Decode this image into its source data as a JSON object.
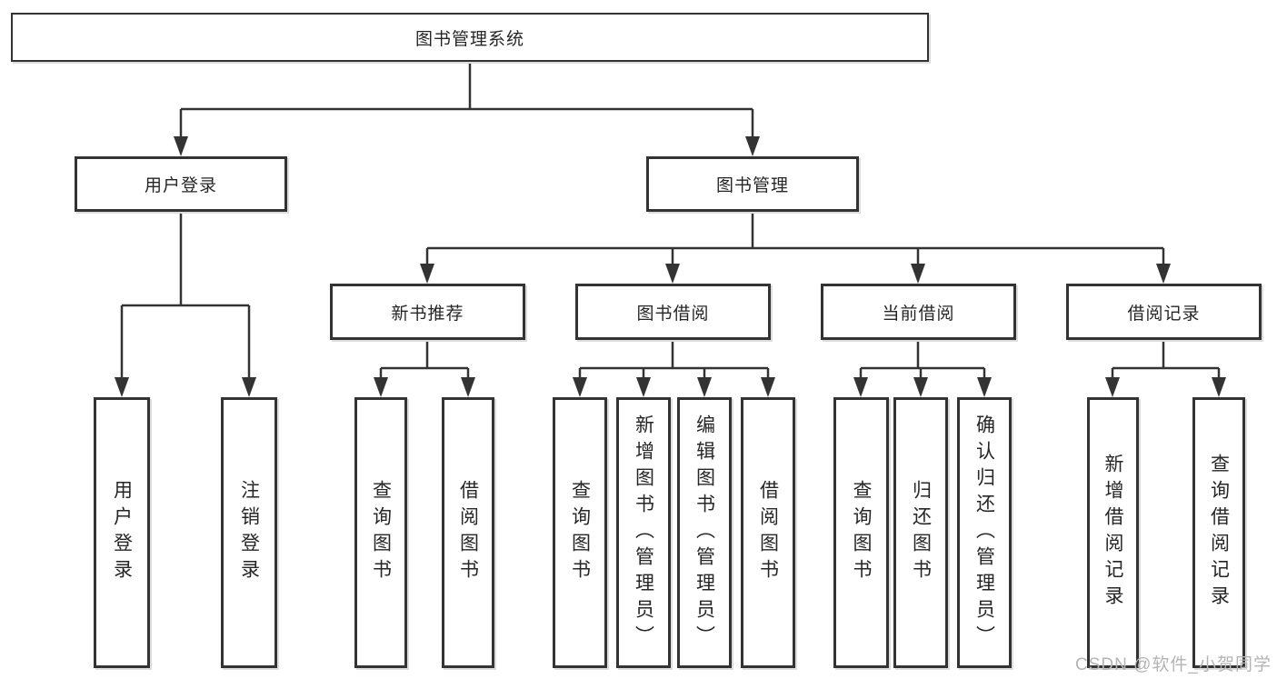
{
  "diagram": {
    "root": {
      "label": "图书管理系统"
    },
    "user_login": {
      "label": "用户登录",
      "leaves": [
        "用户登录",
        "注销登录"
      ]
    },
    "book_management": {
      "label": "图书管理",
      "new_books": {
        "label": "新书推荐",
        "leaves": [
          "查询图书",
          "借阅图书"
        ]
      },
      "borrowing": {
        "label": "图书借阅",
        "leaves": [
          "查询图书",
          "新增图书（管理员）",
          "编辑图书（管理员）",
          "借阅图书"
        ]
      },
      "current": {
        "label": "当前借阅",
        "leaves": [
          "查询图书",
          "归还图书",
          "确认归还（管理员）"
        ]
      },
      "records": {
        "label": "借阅记录",
        "leaves": [
          "新增借阅记录",
          "查询借阅记录"
        ]
      }
    }
  },
  "watermark": {
    "text": "CSDN @软件_小贺同学"
  },
  "colors": {
    "line": "#333333",
    "border": "#333333",
    "text": "#262626",
    "background": "#ffffff",
    "watermark": "#b4b4b4"
  }
}
